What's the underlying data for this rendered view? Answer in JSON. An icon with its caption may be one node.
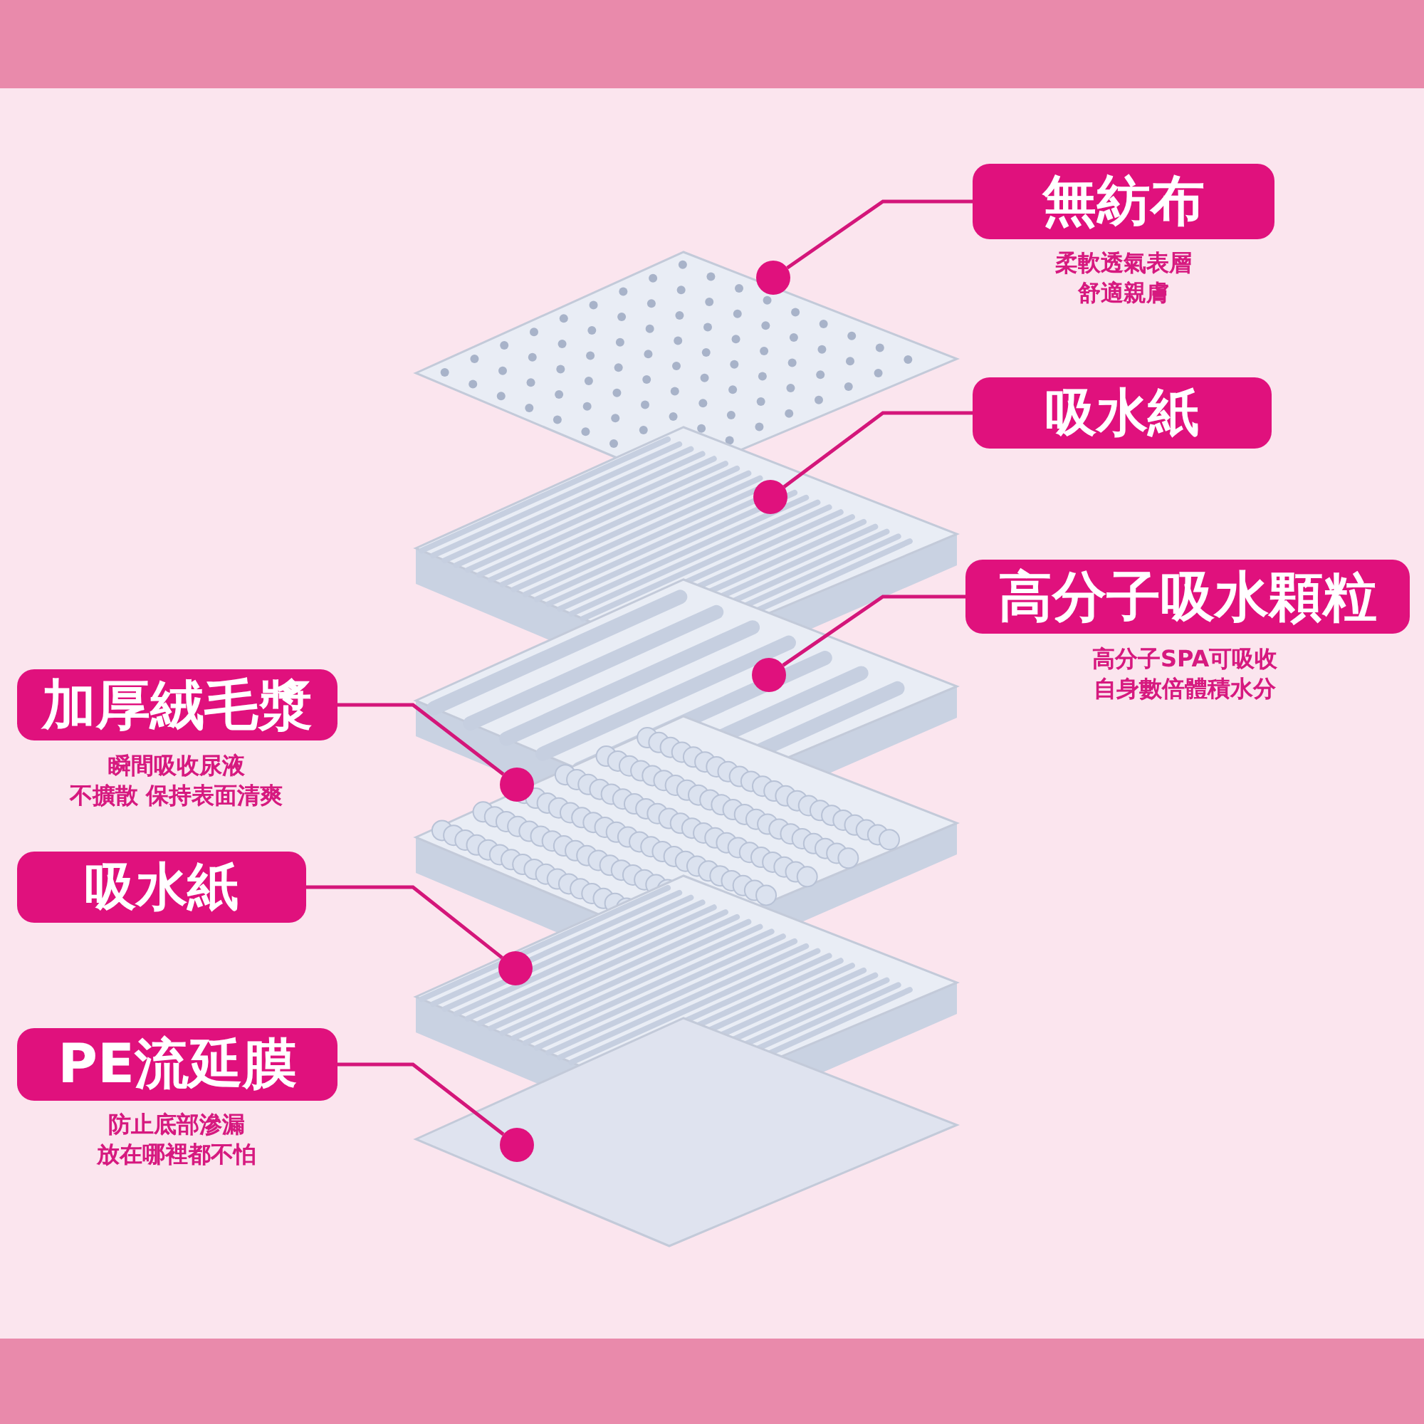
{
  "diagram": {
    "nodes": [
      {
        "text": [
          "無紡布"
        ],
        "beside": [
          "柔軟透氣表層舒適親膚"
        ]
      },
      {
        "text": [
          "吸水紙"
        ]
      },
      {
        "text": [
          "高分子吸水顆粒"
        ],
        "beside": [
          "高分子SPA可吸收自身數倍體積水分"
        ]
      },
      {
        "text": [
          "加厚絨毛漿"
        ],
        "beside": [
          "瞬間吸收尿液不擴散 保持表面清爽"
        ]
      },
      {
        "text": [
          "吸水紙"
        ]
      },
      {
        "text": [
          "PE流延膜"
        ],
        "beside": [
          "防止底部滲漏放在哪裡都不怕"
        ]
      },
      {
        "text": [],
        "shape": "circle"
      },
      {
        "text": [],
        "shape": "circle"
      },
      {
        "text": [],
        "shape": "circle"
      },
      {
        "text": [],
        "shape": "circle"
      },
      {
        "text": [],
        "shape": "circle"
      },
      {
        "text": [],
        "shape": "circle"
      }
    ],
    "edges": [
      {
        "from": 0,
        "to": 6,
        "arrow": "none"
      },
      {
        "from": 1,
        "to": 7,
        "arrow": "none"
      },
      {
        "from": 2,
        "to": 8,
        "arrow": "none"
      },
      {
        "from": 3,
        "to": 9,
        "arrow": "none"
      },
      {
        "from": 4,
        "to": 10,
        "arrow": "none"
      },
      {
        "from": 5,
        "to": 11,
        "arrow": "none"
      }
    ]
  }
}
